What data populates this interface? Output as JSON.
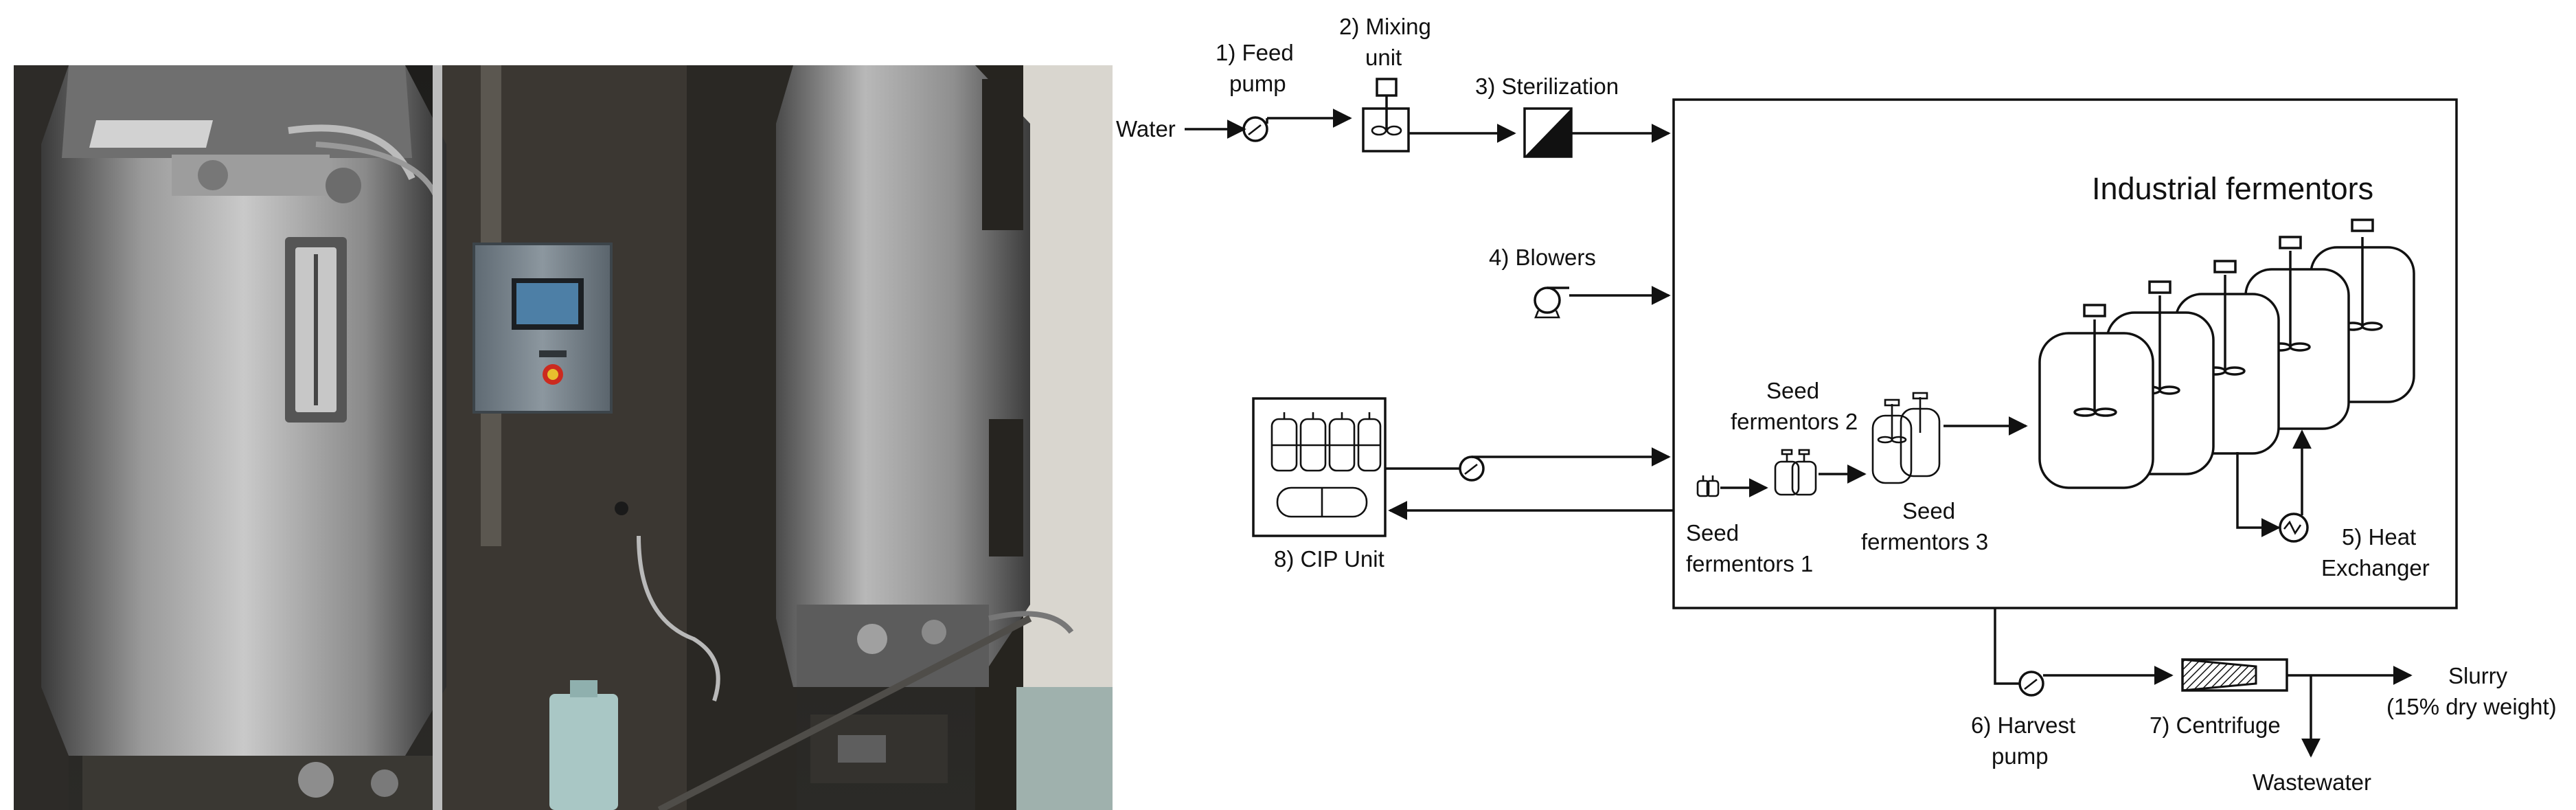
{
  "photo": {
    "description_icon": "fermentor-plant-photo"
  },
  "diagram": {
    "inputs": {
      "water": "Water"
    },
    "steps": {
      "feed_pump": [
        "1) Feed",
        "pump"
      ],
      "mixing_unit": [
        "2) Mixing",
        "unit"
      ],
      "sterilization": "3) Sterilization",
      "blowers": "4) Blowers",
      "heat_exchanger": [
        "5) Heat",
        "Exchanger"
      ],
      "harvest_pump": [
        "6) Harvest",
        "pump"
      ],
      "centrifuge": "7) Centrifuge",
      "cip_unit": "8) CIP Unit"
    },
    "fermentors": {
      "title": "Industrial fermentors",
      "seed1": [
        "Seed",
        "fermentors 1"
      ],
      "seed2": [
        "Seed",
        "fermentors 2"
      ],
      "seed3": [
        "Seed",
        "fermentors 3"
      ]
    },
    "outputs": {
      "slurry": [
        "Slurry",
        "(15% dry weight)"
      ],
      "wastewater": "Wastewater"
    }
  }
}
